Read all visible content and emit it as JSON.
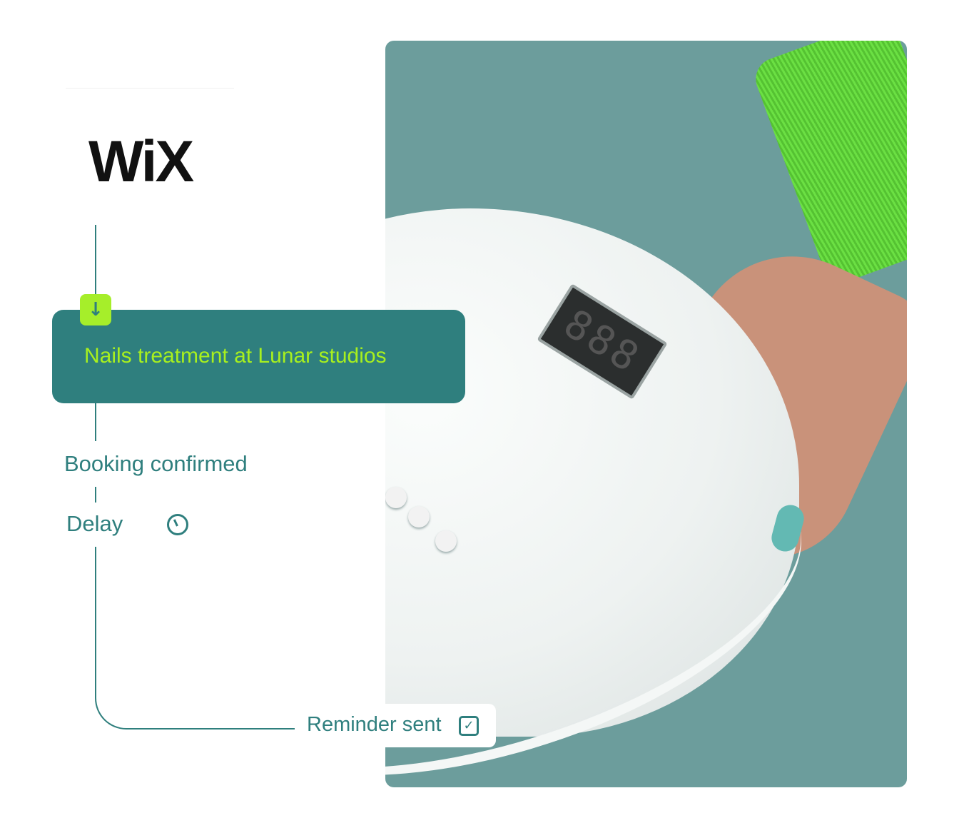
{
  "brand": {
    "logo": "WiX"
  },
  "workflow": {
    "trigger": {
      "icon": "arrow-down-icon",
      "label": "Nails treatment at Lunar studios"
    },
    "steps": [
      {
        "label": "Booking confirmed"
      },
      {
        "label": "Delay",
        "icon": "clock-icon"
      },
      {
        "label": "Reminder sent",
        "icon": "checkbox-checked-icon"
      }
    ]
  },
  "photo": {
    "display_readout": "888"
  },
  "colors": {
    "teal": "#2f7f7e",
    "lime": "#a8f01e"
  }
}
